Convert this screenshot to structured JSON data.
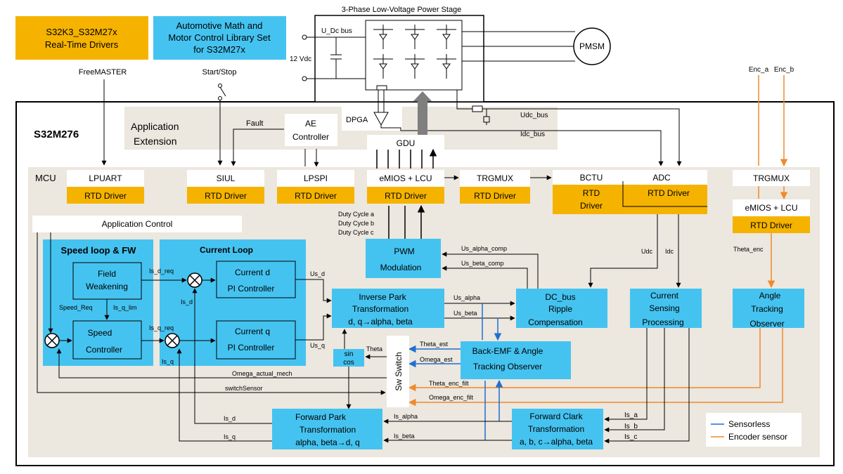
{
  "top": {
    "drivers": [
      "S32K3_S32M27x",
      "Real-Time Drivers"
    ],
    "library": [
      "Automotive Math and",
      "Motor Control Library Set",
      "for S32M27x"
    ],
    "power_stage": "3-Phase Low-Voltage Power Stage",
    "udc_bus": "U_Dc bus",
    "vdc": "12 Vdc",
    "pmsm": "PMSM",
    "freemaster": "FreeMASTER",
    "start_stop": "Start/Stop",
    "enc_a": "Enc_a",
    "enc_b": "Enc_b"
  },
  "chip": {
    "name": "S32M276",
    "app_ext": [
      "Application",
      "Extension"
    ],
    "fault": "Fault",
    "ae_controller": [
      "AE",
      "Controller"
    ],
    "dpga": "DPGA",
    "gdu": "GDU",
    "udc_bus_sig": "Udc_bus",
    "idc_bus_sig": "Idc_bus"
  },
  "mcu": {
    "label": "MCU",
    "peripherals": [
      "LPUART",
      "SIUL",
      "LPSPI",
      "eMIOS + LCU",
      "TRGMUX",
      "BCTU",
      "ADC",
      "TRGMUX",
      "eMIOS + LCU"
    ],
    "rtd": "RTD Driver",
    "rtd_bctu": [
      "RTD",
      "Driver"
    ],
    "app_control": "Application Control",
    "duty": [
      "Duty Cycle a",
      "Duty Cycle b",
      "Duty Cycle c"
    ]
  },
  "speed_loop": {
    "title": "Speed loop & FW",
    "field_weakening": [
      "Field",
      "Weakening"
    ],
    "speed_controller": [
      "Speed",
      "Controller"
    ],
    "speed_req": "Speed_Req",
    "is_q_lim": "Is_q_lim"
  },
  "current_loop": {
    "title": "Current Loop",
    "current_d": [
      "Current d",
      "PI Controller"
    ],
    "current_q": [
      "Current q",
      "PI Controller"
    ],
    "is_d_req": "Is_d_req",
    "is_q_req": "Is_q_req",
    "is_d": "Is_d",
    "is_q": "Is_q"
  },
  "blocks": {
    "pwm": [
      "PWM",
      "Modulation"
    ],
    "inv_park": [
      "Inverse Park",
      "Transformation",
      "d, q→alpha, beta"
    ],
    "dcbus": [
      "DC_bus",
      "Ripple",
      "Compensation"
    ],
    "cur_sense": [
      "Current",
      "Sensing",
      "Processing"
    ],
    "angle_obs": [
      "Angle",
      "Tracking",
      "Observer"
    ],
    "bemf": [
      "Back-EMF & Angle",
      "Tracking Observer"
    ],
    "sincos": [
      "sin",
      "cos"
    ],
    "sw_switch": "Sw Switch",
    "fwd_park": [
      "Forward Park",
      "Transformation",
      "alpha, beta→d, q"
    ],
    "fwd_clark": [
      "Forward Clark",
      "Transformation",
      "a, b, c→alpha, beta"
    ]
  },
  "signals": {
    "us_d": "Us_d",
    "us_q": "Us_q",
    "us_alpha_comp": "Us_alpha_comp",
    "us_beta_comp": "Us_beta_comp",
    "us_alpha": "Us_alpha",
    "us_beta": "Us_beta",
    "udc": "Udc",
    "idc": "Idc",
    "theta_enc": "Theta_enc",
    "theta": "Theta",
    "theta_est": "Theta_est",
    "omega_est": "Omega_est",
    "omega_actual_mech": "Omega_actual_mech",
    "switch_sensor": "switchSensor",
    "theta_enc_filt": "Theta_enc_filt",
    "omega_enc_filt": "Omega_enc_filt",
    "is_alpha": "Is_alpha",
    "is_beta": "Is_beta",
    "is_a": "Is_a",
    "is_b": "Is_b",
    "is_c": "Is_c"
  },
  "legend": {
    "sensorless": "Sensorless",
    "encoder": "Encoder sensor"
  },
  "colors": {
    "orange": "#f5b300",
    "blue": "#45c3f0",
    "gray": "#ece7df",
    "sensorless_line": "#1f6fd0",
    "encoder_line": "#ef8a2a"
  }
}
